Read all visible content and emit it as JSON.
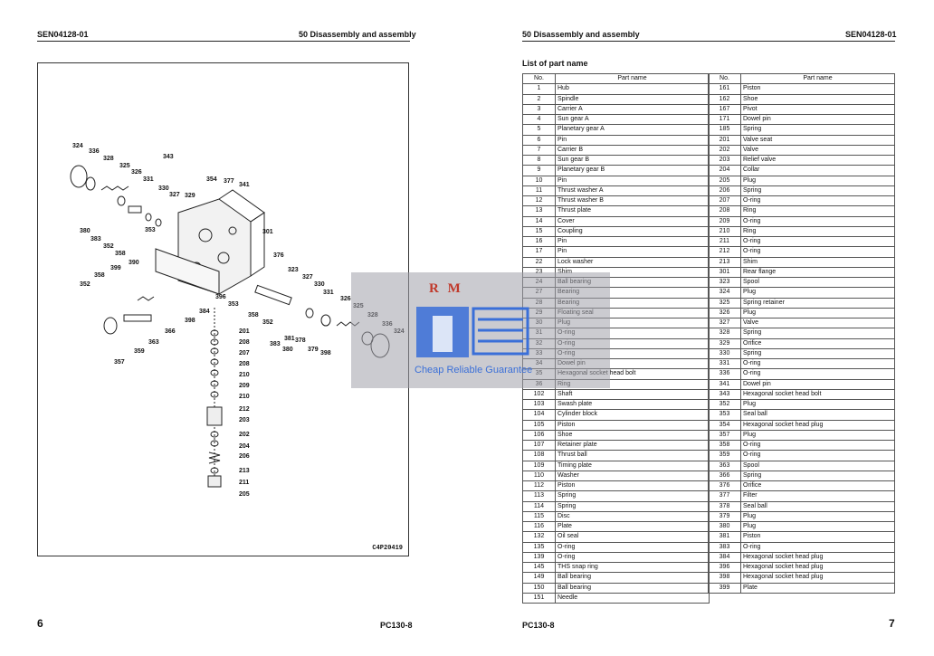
{
  "left_page": {
    "doc_code": "SEN04128-01",
    "section": "50 Disassembly and assembly",
    "page_number": "6",
    "model": "PC130-8",
    "figure_code": "C4P20419",
    "callouts": [
      "324",
      "336",
      "328",
      "325",
      "326",
      "331",
      "330",
      "327",
      "329",
      "343",
      "354",
      "377",
      "341",
      "380",
      "383",
      "352",
      "358",
      "353",
      "390",
      "301",
      "376",
      "399",
      "358",
      "352",
      "323",
      "327",
      "330",
      "331",
      "326",
      "325",
      "328",
      "336",
      "324",
      "396",
      "366",
      "398",
      "384",
      "353",
      "358",
      "352",
      "381",
      "383",
      "380",
      "378",
      "379",
      "398",
      "357",
      "359",
      "363",
      "201",
      "208",
      "207",
      "208",
      "210",
      "209",
      "210",
      "212",
      "203",
      "202",
      "204",
      "206",
      "213",
      "211",
      "205"
    ]
  },
  "right_page": {
    "section": "50 Disassembly and assembly",
    "doc_code": "SEN04128-01",
    "page_number": "7",
    "model": "PC130-8",
    "list_title": "List of part name",
    "header_no": "No.",
    "header_name": "Part name",
    "col1": [
      [
        "1",
        "Hub"
      ],
      [
        "2",
        "Spindle"
      ],
      [
        "3",
        "Carrier A"
      ],
      [
        "4",
        "Sun gear A"
      ],
      [
        "5",
        "Planetary gear A"
      ],
      [
        "6",
        "Pin"
      ],
      [
        "7",
        "Carrier B"
      ],
      [
        "8",
        "Sun gear B"
      ],
      [
        "9",
        "Planetary gear B"
      ],
      [
        "10",
        "Pin"
      ],
      [
        "11",
        "Thrust washer A"
      ],
      [
        "12",
        "Thrust washer B"
      ],
      [
        "13",
        "Thrust plate"
      ],
      [
        "14",
        "Cover"
      ],
      [
        "15",
        "Coupling"
      ],
      [
        "16",
        "Pin"
      ],
      [
        "17",
        "Pin"
      ],
      [
        "22",
        "Lock washer"
      ],
      [
        "23",
        "Shim"
      ],
      [
        "24",
        "Ball bearing"
      ],
      [
        "27",
        "Bearing"
      ],
      [
        "28",
        "Bearing"
      ],
      [
        "29",
        "Floating seal"
      ],
      [
        "30",
        "Plug"
      ],
      [
        "31",
        "O-ring"
      ],
      [
        "32",
        "O-ring"
      ],
      [
        "33",
        "O-ring"
      ],
      [
        "34",
        "Dowel pin"
      ],
      [
        "35",
        "Hexagonal socket head bolt"
      ],
      [
        "36",
        "Ring"
      ],
      [
        "102",
        "Shaft"
      ],
      [
        "103",
        "Swash plate"
      ],
      [
        "104",
        "Cylinder block"
      ],
      [
        "105",
        "Piston"
      ],
      [
        "106",
        "Shoe"
      ],
      [
        "107",
        "Retainer plate"
      ],
      [
        "108",
        "Thrust ball"
      ],
      [
        "109",
        "Timing plate"
      ],
      [
        "110",
        "Washer"
      ],
      [
        "112",
        "Piston"
      ],
      [
        "113",
        "Spring"
      ],
      [
        "114",
        "Spring"
      ],
      [
        "115",
        "Disc"
      ],
      [
        "116",
        "Plate"
      ],
      [
        "132",
        "Oil seal"
      ],
      [
        "135",
        "O-ring"
      ],
      [
        "139",
        "O-ring"
      ],
      [
        "145",
        "THS snap ring"
      ],
      [
        "149",
        "Ball bearing"
      ],
      [
        "150",
        "Ball bearing"
      ],
      [
        "151",
        "Needle"
      ]
    ],
    "col2": [
      [
        "161",
        "Piston"
      ],
      [
        "162",
        "Shoe"
      ],
      [
        "167",
        "Pivot"
      ],
      [
        "171",
        "Dowel pin"
      ],
      [
        "185",
        "Spring"
      ],
      [
        "201",
        "Valve seat"
      ],
      [
        "202",
        "Valve"
      ],
      [
        "203",
        "Relief valve"
      ],
      [
        "204",
        "Collar"
      ],
      [
        "205",
        "Plug"
      ],
      [
        "206",
        "Spring"
      ],
      [
        "207",
        "O-ring"
      ],
      [
        "208",
        "Ring"
      ],
      [
        "209",
        "O-ring"
      ],
      [
        "210",
        "Ring"
      ],
      [
        "211",
        "O-ring"
      ],
      [
        "212",
        "O-ring"
      ],
      [
        "213",
        "Shim"
      ],
      [
        "301",
        "Rear flange"
      ],
      [
        "323",
        "Spool"
      ],
      [
        "324",
        "Plug"
      ],
      [
        "325",
        "Spring retainer"
      ],
      [
        "326",
        "Plug"
      ],
      [
        "327",
        "Valve"
      ],
      [
        "328",
        "Spring"
      ],
      [
        "329",
        "Orifice"
      ],
      [
        "330",
        "Spring"
      ],
      [
        "331",
        "O-ring"
      ],
      [
        "336",
        "O-ring"
      ],
      [
        "341",
        "Dowel pin"
      ],
      [
        "343",
        "Hexagonal socket head bolt"
      ],
      [
        "352",
        "Plug"
      ],
      [
        "353",
        "Seal ball"
      ],
      [
        "354",
        "Hexagonal socket head plug"
      ],
      [
        "357",
        "Plug"
      ],
      [
        "358",
        "O-ring"
      ],
      [
        "359",
        "O-ring"
      ],
      [
        "363",
        "Spool"
      ],
      [
        "366",
        "Spring"
      ],
      [
        "376",
        "Orifice"
      ],
      [
        "377",
        "Filter"
      ],
      [
        "378",
        "Seal ball"
      ],
      [
        "379",
        "Plug"
      ],
      [
        "380",
        "Plug"
      ],
      [
        "381",
        "Piston"
      ],
      [
        "383",
        "O-ring"
      ],
      [
        "384",
        "Hexagonal socket head plug"
      ],
      [
        "396",
        "Hexagonal socket head plug"
      ],
      [
        "398",
        "Hexagonal socket head plug"
      ],
      [
        "399",
        "Plate"
      ]
    ]
  },
  "watermark": {
    "logo_text": "R M",
    "tagline": "Cheap Reliable Guarantee",
    "color": "#3a6fd8"
  }
}
